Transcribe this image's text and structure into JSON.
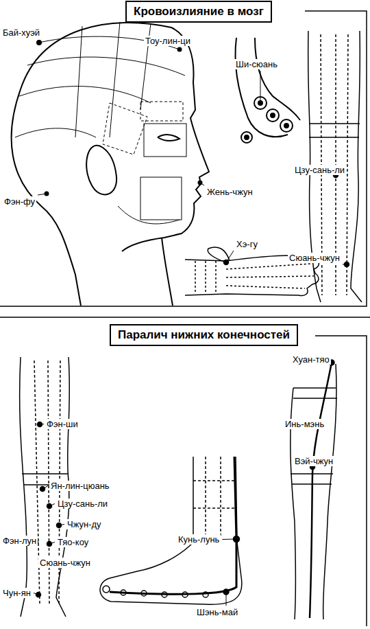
{
  "diagram": {
    "nodes": [
      {
        "text": [
          "Кровоизлияние в мозг"
        ]
      },
      {
        "text": [
          "Паралич нижних конечностей"
        ]
      }
    ],
    "labels": [
      "Бай-хуэй",
      "Тоу-лин-ци",
      "Ши-сюань",
      "Фэн-фу",
      "Цзу-сань-ли",
      "Жень-чжун",
      "Хэ-гу",
      "Сюань-чжун",
      "Хуан-тяо",
      "Фэн-ши",
      "Инь-мэнь",
      "Вэй-чжун",
      "Ян-лин-цюань",
      "Цзу-сань-ли",
      "Чжун-ду",
      "Фэн-лун",
      "Тяо-коу",
      "Кунь-лунь",
      "Сюань-чжун",
      "Чун-ян",
      "Шэнь-май"
    ]
  }
}
